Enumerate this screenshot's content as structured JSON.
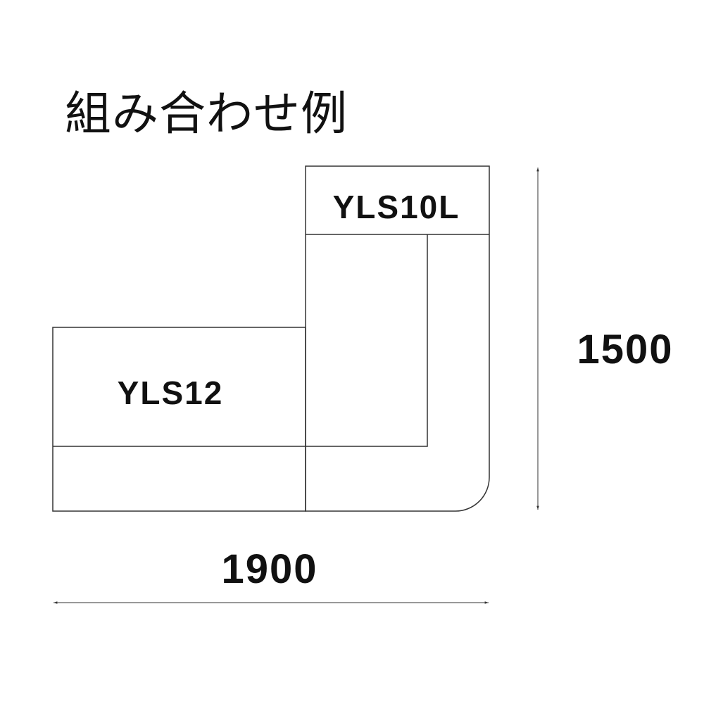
{
  "title": "組み合わせ例",
  "modules": {
    "right_unit": "YLS10L",
    "left_unit": "YLS12"
  },
  "dimensions": {
    "width": "1900",
    "height": "1500"
  },
  "colors": {
    "line": "#333333",
    "text": "#111111",
    "background": "#ffffff"
  }
}
